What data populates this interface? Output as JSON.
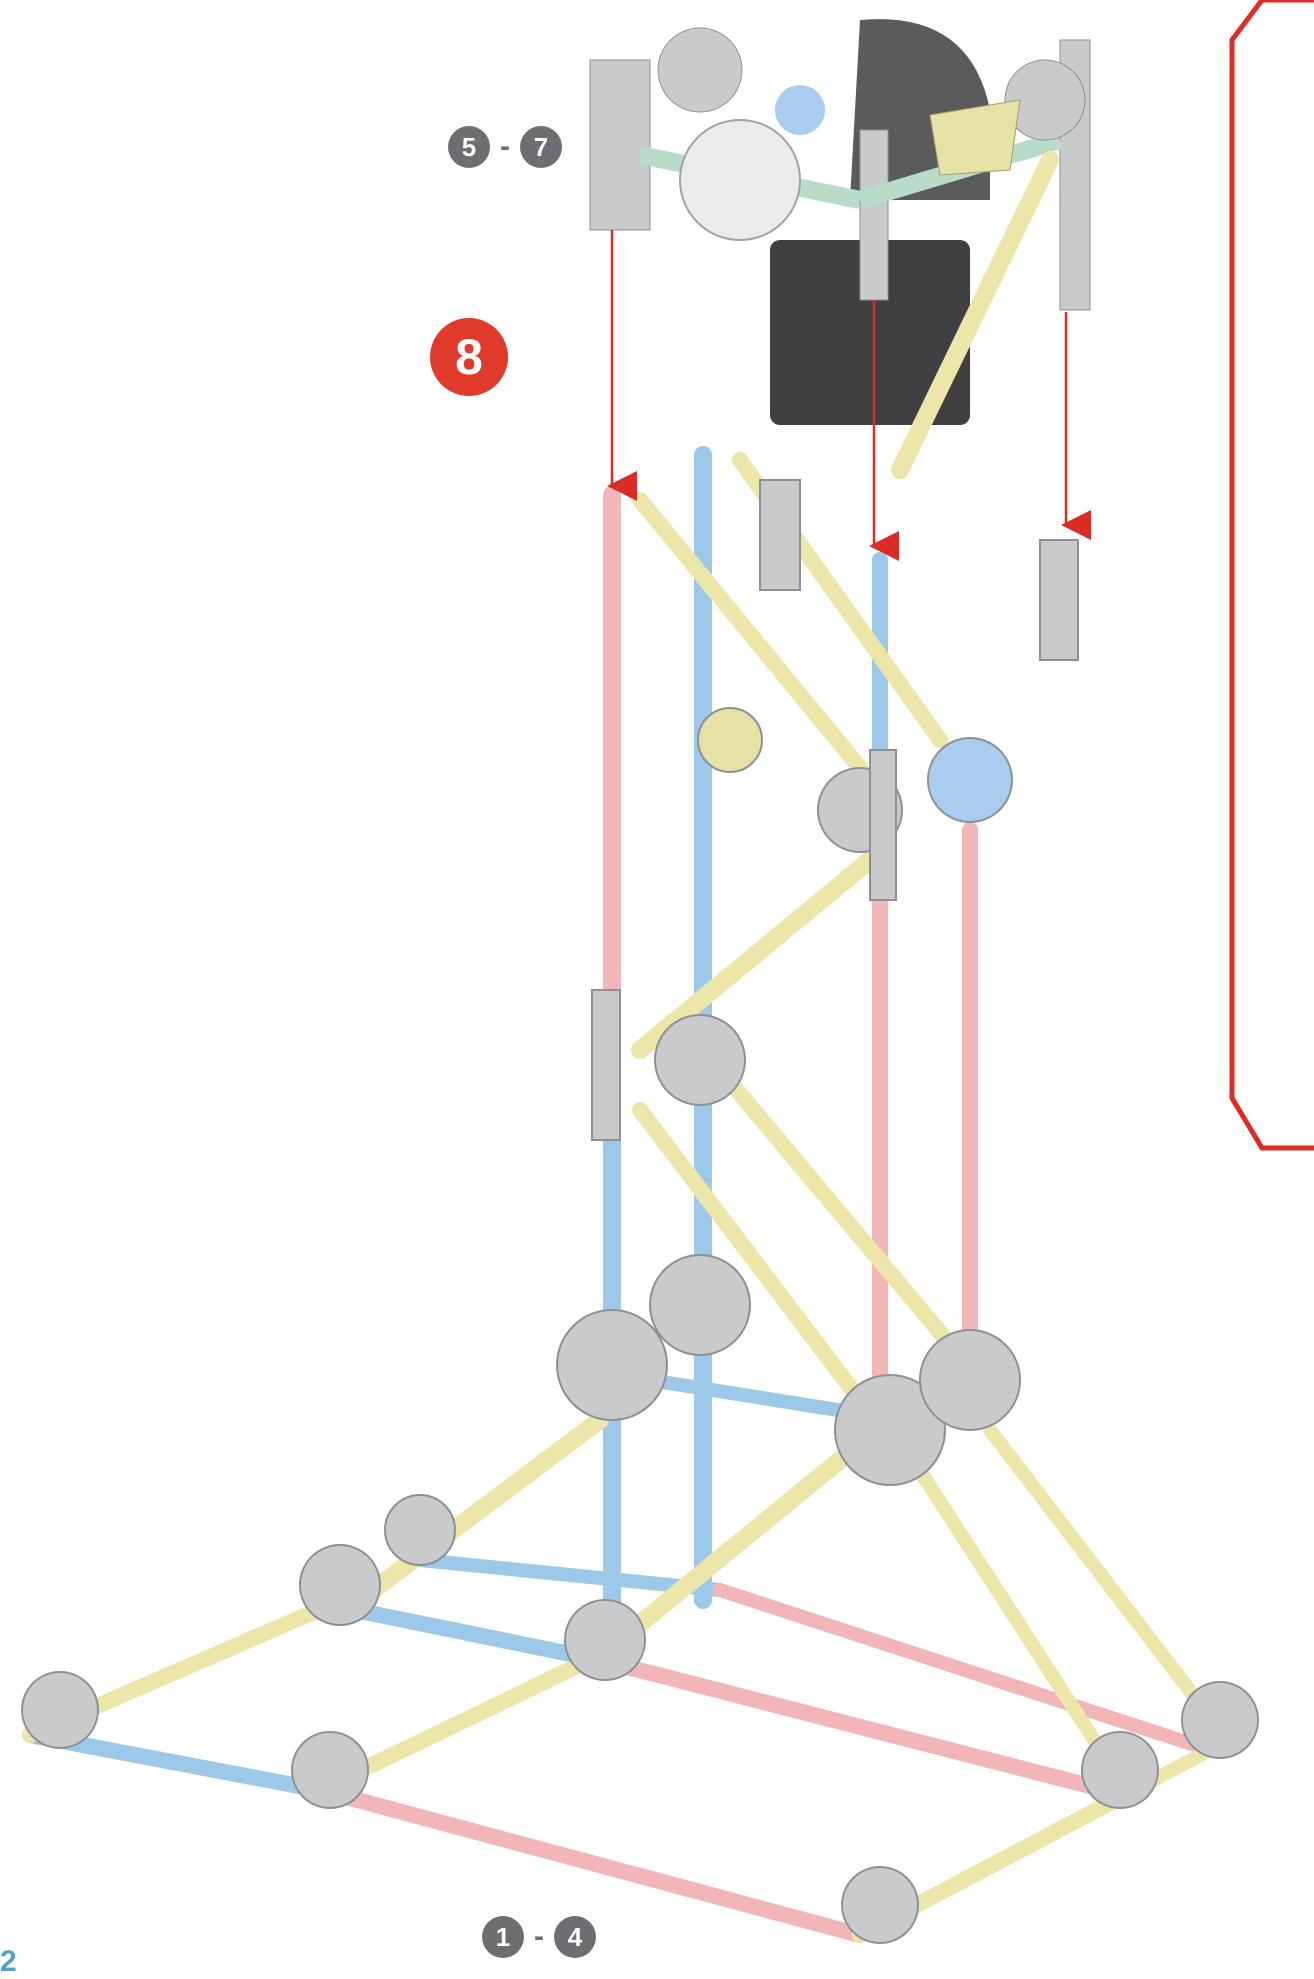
{
  "top_label": {
    "from": "5",
    "to": "7",
    "dash": "-"
  },
  "step_number": "8",
  "bottom_label": {
    "from": "1",
    "to": "4",
    "dash": "-"
  },
  "page_number": "2",
  "colors": {
    "pink_rod": "#f2b6b8",
    "blue_rod": "#9cc8ea",
    "yellow_rod": "#ece6a8",
    "connector_grey": "#c9cacc",
    "arrow_red": "#d92c25",
    "frame_red": "#e02b24"
  }
}
